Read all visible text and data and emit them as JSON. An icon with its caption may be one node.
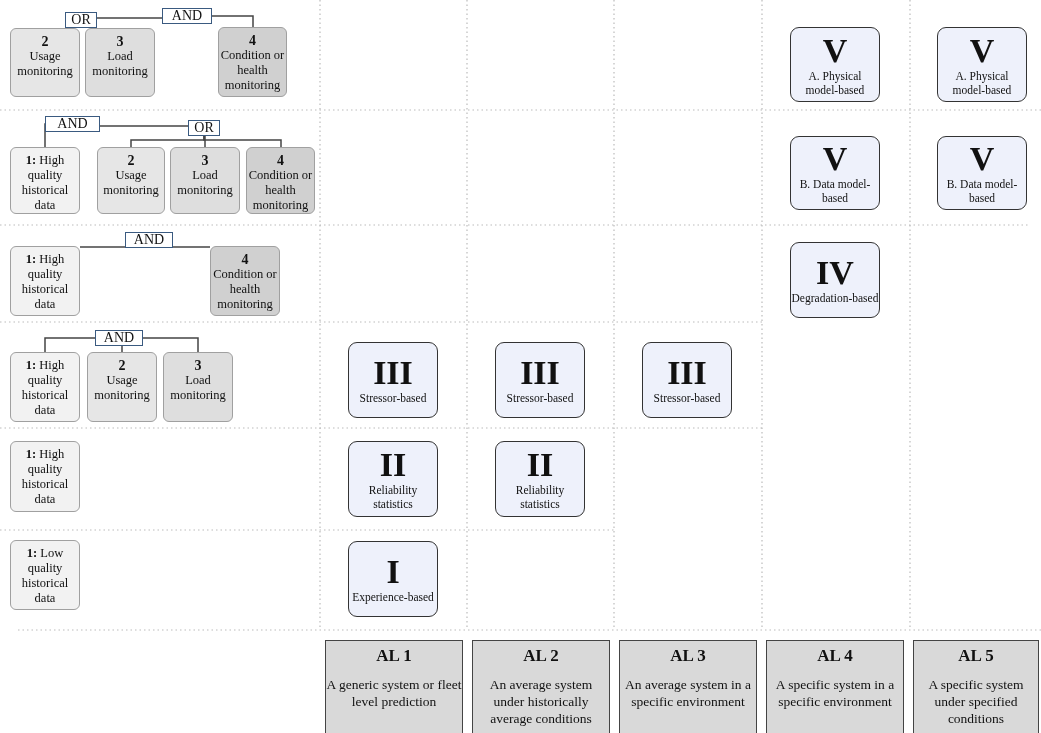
{
  "diagram": {
    "nodes": [
      {
        "text": [
          "OR"
        ]
      },
      {
        "text": [
          "AND"
        ]
      },
      {
        "text": [
          "2",
          "Usage monitoring"
        ]
      },
      {
        "text": [
          "3",
          "Load monitoring"
        ]
      },
      {
        "text": [
          "4",
          "Condition or health monitoring"
        ]
      },
      {
        "text": [
          "V",
          "A. Physical model-based"
        ]
      },
      {
        "text": [
          "V",
          "A. Physical model-based"
        ]
      },
      {
        "text": [
          "AND"
        ]
      },
      {
        "text": [
          "OR"
        ]
      },
      {
        "text": [
          "**1:** High quality historical data"
        ]
      },
      {
        "text": [
          "2",
          "Usage monitoring"
        ]
      },
      {
        "text": [
          "3",
          "Load monitoring"
        ]
      },
      {
        "text": [
          "4",
          "Condition or health monitoring"
        ]
      },
      {
        "text": [
          "V",
          "B. Data model-based"
        ]
      },
      {
        "text": [
          "V",
          "B. Data model-based"
        ]
      },
      {
        "text": [
          "AND"
        ]
      },
      {
        "text": [
          "**1:** High quality historical data"
        ]
      },
      {
        "text": [
          "4",
          "Condition or health monitoring"
        ]
      },
      {
        "text": [
          "IV",
          "Degradation-based"
        ]
      },
      {
        "text": [
          "AND"
        ]
      },
      {
        "text": [
          "**1:** High quality historical data"
        ]
      },
      {
        "text": [
          "2",
          "Usage monitoring"
        ]
      },
      {
        "text": [
          "3",
          "Load monitoring"
        ]
      },
      {
        "text": [
          "III",
          "Stressor-based"
        ]
      },
      {
        "text": [
          "III",
          "Stressor-based"
        ]
      },
      {
        "text": [
          "III",
          "Stressor-based"
        ]
      },
      {
        "text": [
          "**1:** High quality historical data"
        ]
      },
      {
        "text": [
          "II",
          "Reliability statistics"
        ]
      },
      {
        "text": [
          "II",
          "Reliability statistics"
        ]
      },
      {
        "text": [
          "**1:** Low quality historical data"
        ]
      },
      {
        "text": [
          "I",
          "Experience-based"
        ]
      },
      {
        "text": [
          "AL 1",
          "A generic system or fleet level prediction"
        ]
      },
      {
        "text": [
          "AL 2",
          "An average system under historically average conditions"
        ]
      },
      {
        "text": [
          "AL 3",
          "An average system in a specific environment"
        ]
      },
      {
        "text": [
          "AL 4",
          "A specific system in a specific environment"
        ]
      },
      {
        "text": [
          "AL 5",
          "A specific system under specified conditions"
        ]
      }
    ],
    "edges": [
      {
        "from": 0,
        "to": 1,
        "arrow": "none"
      },
      {
        "from": 1,
        "to": 4,
        "arrow": "none"
      },
      {
        "from": 7,
        "to": 9,
        "arrow": "none"
      },
      {
        "from": 7,
        "to": 8,
        "arrow": "none"
      },
      {
        "from": 8,
        "to": 10,
        "arrow": "none"
      },
      {
        "from": 8,
        "to": 11,
        "arrow": "none"
      },
      {
        "from": 8,
        "to": 12,
        "arrow": "none"
      },
      {
        "from": 15,
        "to": 16,
        "arrow": "none"
      },
      {
        "from": 15,
        "to": 17,
        "arrow": "none"
      },
      {
        "from": 19,
        "to": 20,
        "arrow": "none"
      },
      {
        "from": 19,
        "to": 21,
        "arrow": "none"
      },
      {
        "from": 19,
        "to": 22,
        "arrow": "none"
      }
    ]
  }
}
